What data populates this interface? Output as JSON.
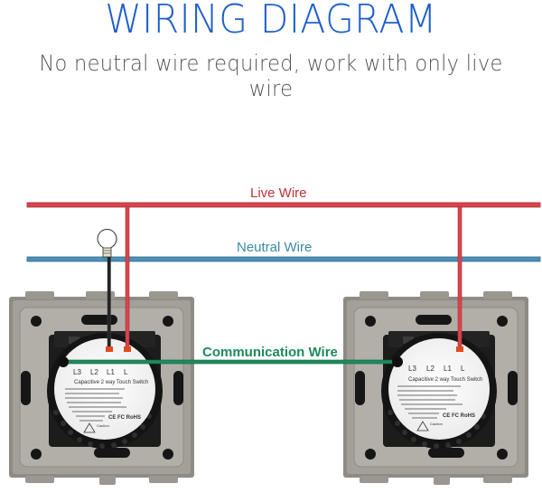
{
  "header": {
    "title": "WIRING DIAGRAM",
    "subtitle": "No neutral wire required, work with only live wire"
  },
  "wires": {
    "live": {
      "label": "Live Wire",
      "color": "#d9444c"
    },
    "neutral": {
      "label": "Neutral Wire",
      "color": "#3c7fa6"
    },
    "communication": {
      "label": "Communication Wire",
      "color": "#1f8a5b"
    },
    "load": {
      "color": "#222222"
    }
  },
  "load": {
    "icon": "lightbulb-icon"
  },
  "switches": [
    {
      "name": "Left switch",
      "terminals": [
        "L3",
        "L2",
        "L1",
        "L"
      ],
      "label_title": "Capacitive 2 way Touch Switch",
      "certifications": "CE FC RoHS",
      "caution": "Caution"
    },
    {
      "name": "Right switch",
      "terminals": [
        "L3",
        "L2",
        "L1",
        "L"
      ],
      "label_title": "Capacitive 2 way Touch Switch",
      "certifications": "CE FC RoHS",
      "caution": "Caution"
    }
  ]
}
